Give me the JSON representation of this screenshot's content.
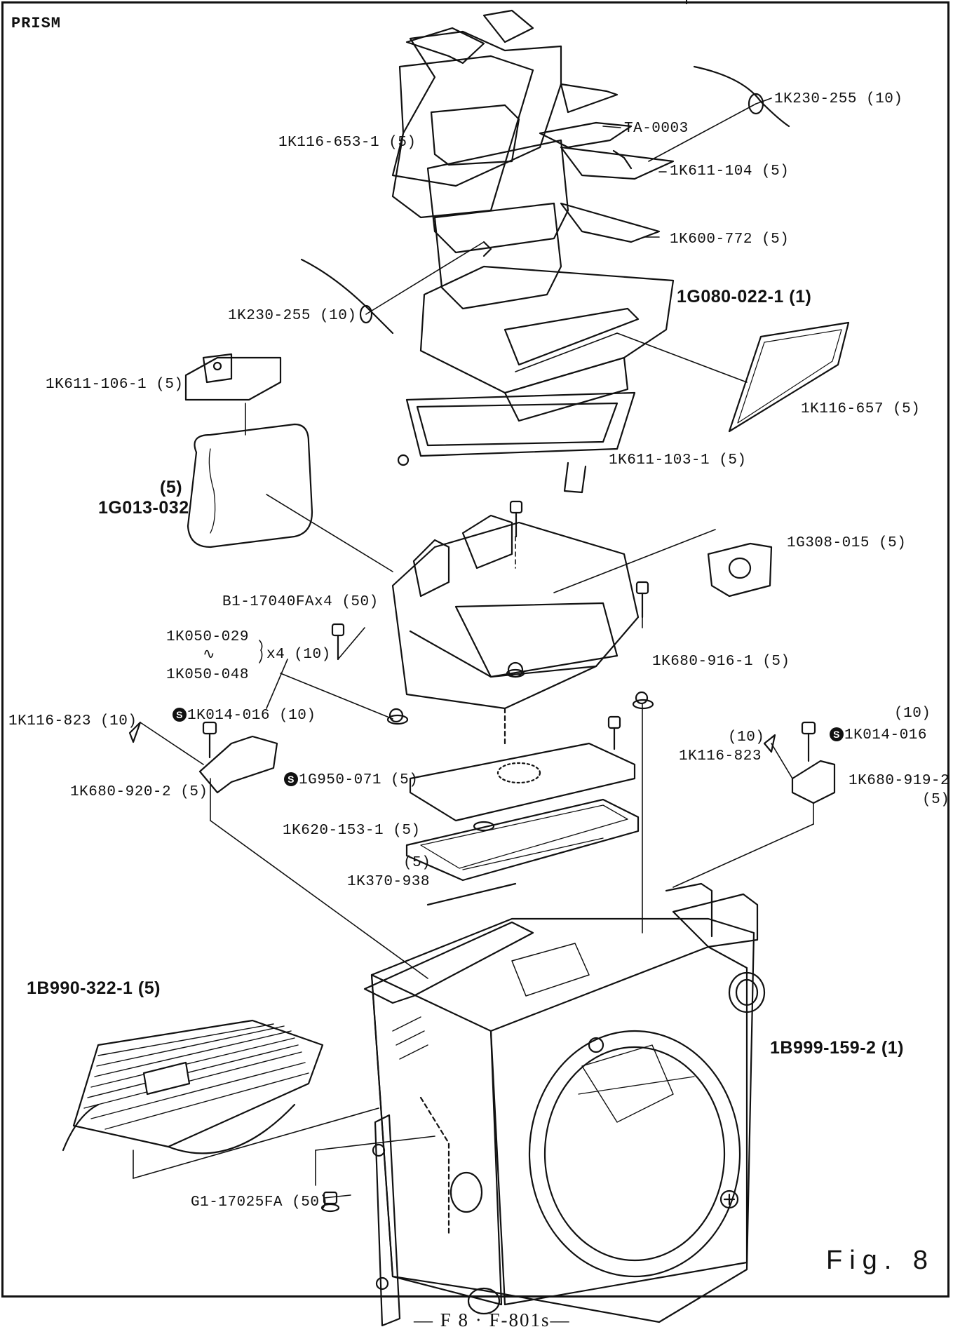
{
  "section_title": "PRISM",
  "figure_label": "Fig. 8",
  "footer": "— F 8 · F-801s—",
  "service_mark": "S",
  "callouts": {
    "k230_top": "1K230-255 (10)",
    "k116_653": "1K116-653-1 (5)",
    "ta0003": "TA-0003",
    "k611_104": "1K611-104 (5)",
    "k600_772": "1K600-772 (5)",
    "k230_left": "1K230-255 (10)",
    "g080": "1G080-022-1 (1)",
    "k611_106": "1K611-106-1 (5)",
    "k116_657": "1K116-657 (5)",
    "k611_103": "1K611-103-1 (5)",
    "g013_qty": "(5)",
    "g013": "1G013-032",
    "g308": "1G308-015 (5)",
    "b1_screw": "B1-17040FAx4 (50)",
    "k050_029": "1K050-029",
    "range_sym": "∿",
    "x4_qty": "x4 (10)",
    "k050_048": "1K050-048",
    "k680_916": "1K680-916-1 (5)",
    "k116_823_left": "1K116-823 (10)",
    "k014_left": "1K014-016 (10)",
    "k014_right_qty": "(10)",
    "k116_823_right_qty": "(10)",
    "k014_right": "1K014-016",
    "k116_823_right": "1K116-823",
    "k680_920": "1K680-920-2 (5)",
    "g950": "1G950-071 (5)",
    "k680_919": "1K680-919-2",
    "k680_919_qty": "(5)",
    "k620_153": "1K620-153-1 (5)",
    "k370_qty": "(5)",
    "k370": "1K370-938",
    "b990": "1B990-322-1 (5)",
    "b999": "1B999-159-2 (1)",
    "g1_screw": "G1-17025FA (50)"
  }
}
